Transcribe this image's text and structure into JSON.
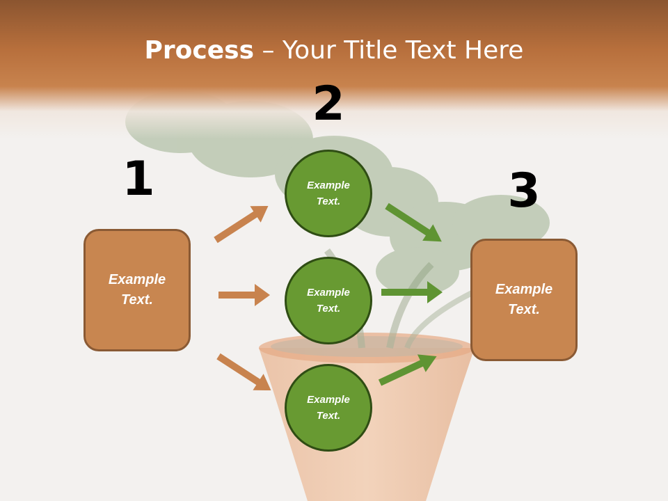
{
  "title": {
    "bold": "Process",
    "rest": " – Your Title Text Here"
  },
  "steps": [
    {
      "number": "1",
      "label": "Example Text."
    },
    {
      "number": "2",
      "items": [
        "Example Text.",
        "Example Text.",
        "Example Text."
      ]
    },
    {
      "number": "3",
      "label": "Example Text."
    }
  ],
  "colors": {
    "header": "#b76f3c",
    "box_fill": "#c88650",
    "box_border": "#8a5a34",
    "circle_fill": "#689a32",
    "circle_border": "#2f4d14",
    "arrow_orange": "#c8834e",
    "arrow_green": "#5f9433"
  }
}
